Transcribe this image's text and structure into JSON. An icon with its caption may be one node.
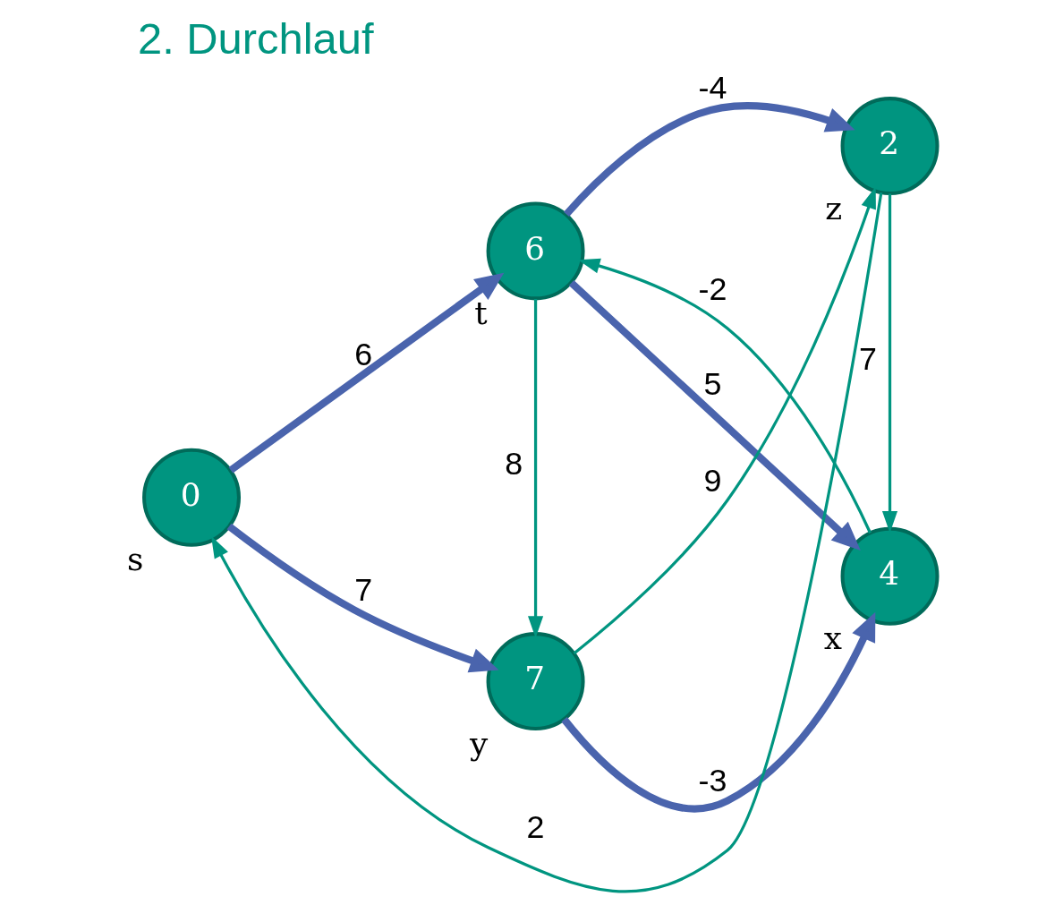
{
  "diagram": {
    "title": "2. Durchlauf",
    "nodes": [
      {
        "text": [
          "0"
        ],
        "beside": [
          "s"
        ]
      },
      {
        "text": [
          "6"
        ],
        "beside": [
          "t"
        ]
      },
      {
        "text": [
          "4"
        ],
        "beside": [
          "x"
        ]
      },
      {
        "text": [
          "7"
        ],
        "beside": [
          "y"
        ]
      },
      {
        "text": [
          "2"
        ],
        "beside": [
          "z"
        ]
      }
    ],
    "edges": [
      {
        "from": 0,
        "to": 1,
        "arrow": "to",
        "label": "6",
        "style": "thick",
        "color": "#4a64ad"
      },
      {
        "from": 0,
        "to": 3,
        "arrow": "to",
        "label": "7",
        "style": "thick",
        "color": "#4a64ad"
      },
      {
        "from": 1,
        "to": 2,
        "arrow": "to",
        "label": "5",
        "style": "thick",
        "color": "#4a64ad"
      },
      {
        "from": 2,
        "to": 1,
        "arrow": "to",
        "label": "-2"
      },
      {
        "from": 1,
        "to": 3,
        "arrow": "to",
        "label": "8"
      },
      {
        "from": 1,
        "to": 4,
        "arrow": "to",
        "label": "-4",
        "style": "thick",
        "color": "#4a64ad"
      },
      {
        "from": 3,
        "to": 2,
        "arrow": "to",
        "label": "-3",
        "style": "thick",
        "color": "#4a64ad"
      },
      {
        "from": 3,
        "to": 4,
        "arrow": "to",
        "label": "9"
      },
      {
        "from": 4,
        "to": 2,
        "arrow": "to",
        "label": "7"
      },
      {
        "from": 4,
        "to": 0,
        "arrow": "to",
        "label": "2"
      }
    ]
  }
}
